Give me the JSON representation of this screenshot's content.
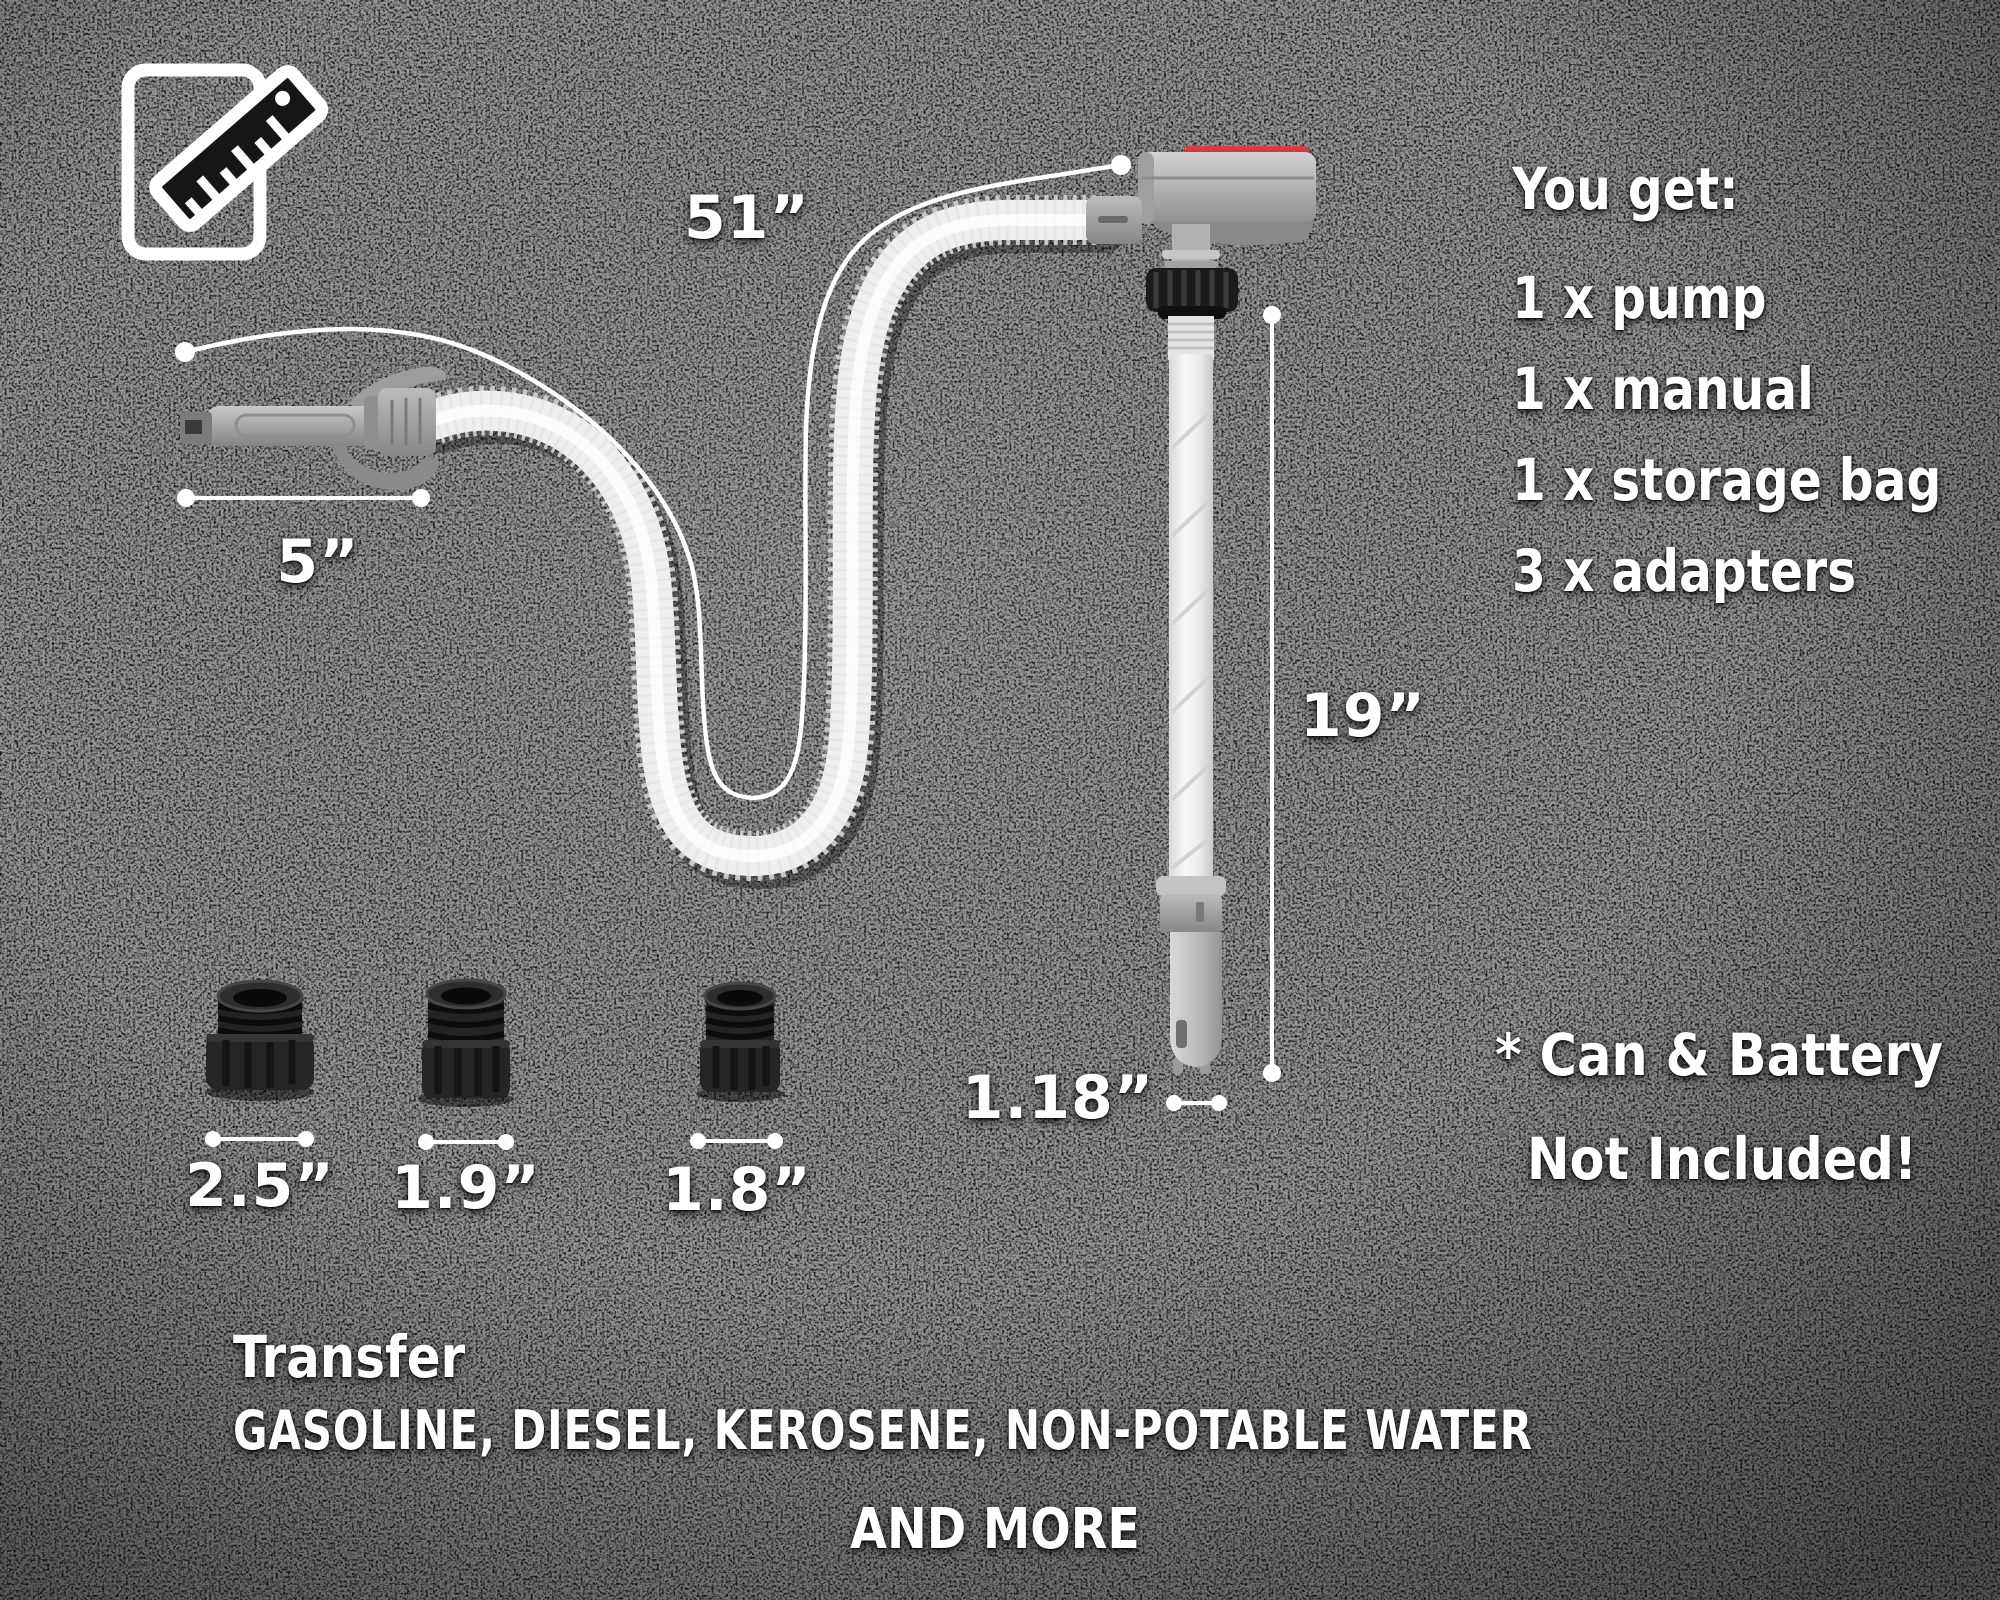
{
  "measurements": {
    "hose_length": "51”",
    "nozzle_length": "5”",
    "suction_tube_length": "19”",
    "suction_tube_diameter": "1.18”",
    "adapter_large": "2.5”",
    "adapter_medium": "1.9”",
    "adapter_small": "1.8”"
  },
  "you_get": {
    "title": "You get:",
    "items": [
      "1 x pump",
      "1 x manual",
      "1 x storage bag",
      "3 x adapters"
    ]
  },
  "note": {
    "line1": "* Can & Battery",
    "line2": "Not Included!"
  },
  "transfer": {
    "heading": "Transfer",
    "fluids": "GASOLINE, DIESEL, KEROSENE, NON-POTABLE WATER",
    "more": "AND MORE"
  },
  "colors": {
    "background": "#161616",
    "text": "#ffffff",
    "accent_red": "#c5282c",
    "hose_white": "#efefef",
    "metal_gray": "#a9a9a9",
    "adapter_black": "#232323"
  }
}
